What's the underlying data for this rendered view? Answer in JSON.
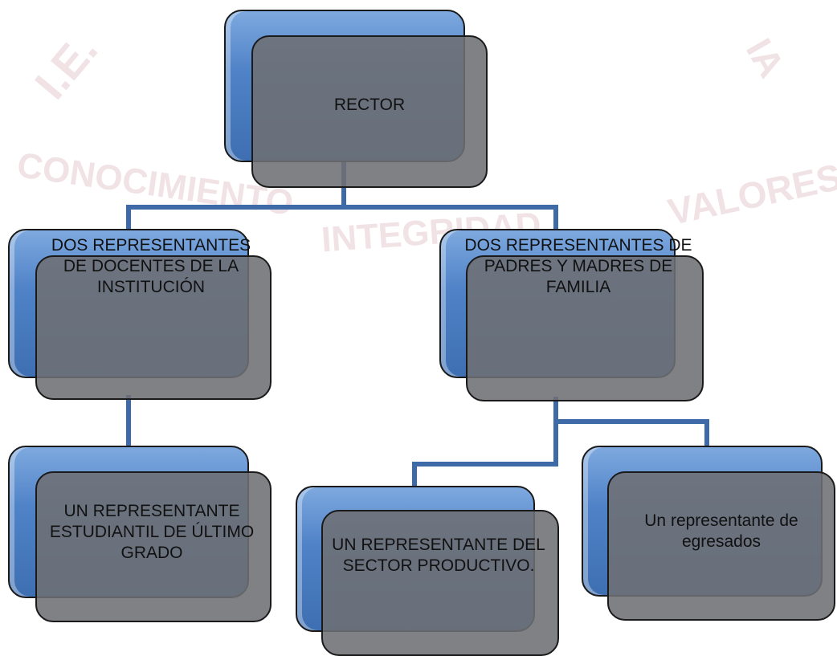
{
  "diagram": {
    "nodes": [
      {
        "id": "rector",
        "text": "RECTOR"
      },
      {
        "id": "docentes",
        "text": "DOS REPRESENTANTES DE DOCENTES DE LA INSTITUCIÓN"
      },
      {
        "id": "padres",
        "text": "DOS REPRESENTANTES DE PADRES Y MADRES DE FAMILIA"
      },
      {
        "id": "estudiantil",
        "text": "UN REPRESENTANTE ESTUDIANTIL DE ÚLTIMO GRADO"
      },
      {
        "id": "productivo",
        "text": "UN REPRESENTANTE DEL SECTOR PRODUCTIVO."
      },
      {
        "id": "egresados",
        "text": "Un representante de egresados"
      }
    ],
    "edges": [
      {
        "from": "rector",
        "to": "docentes"
      },
      {
        "from": "rector",
        "to": "padres"
      },
      {
        "from": "docentes",
        "to": "estudiantil"
      },
      {
        "from": "padres",
        "to": "productivo"
      },
      {
        "from": "padres",
        "to": "egresados"
      }
    ],
    "colors": {
      "back": "#4f82c7",
      "front": "#6e7073",
      "connector": "#3e6aa8"
    }
  },
  "watermark": {
    "texts": [
      "I.E.",
      "CONOCIMIENTO",
      "INTEGRIDAD",
      "VALORES",
      "IA"
    ]
  }
}
